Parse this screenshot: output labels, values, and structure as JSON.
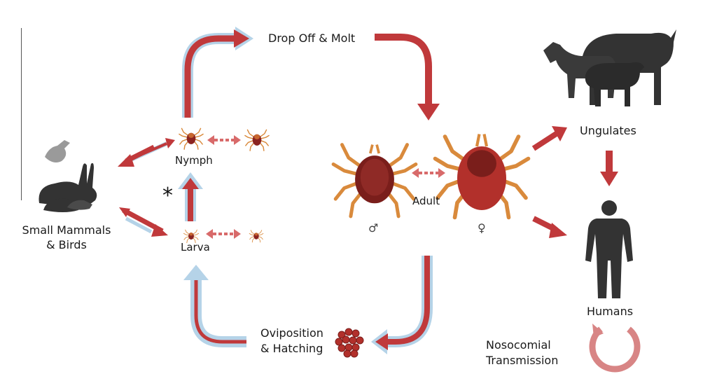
{
  "diagram": {
    "stages": {
      "drop_off": "Drop Off & Molt",
      "nymph": "Nymph",
      "larva": "Larva",
      "adult": "Adult",
      "oviposition_line1": "Oviposition",
      "oviposition_line2": "& Hatching"
    },
    "hosts": {
      "small_line1": "Small Mammals",
      "small_line2": "& Birds",
      "ungulates": "Ungulates",
      "humans": "Humans"
    },
    "nosocomial_line1": "Nosocomial",
    "nosocomial_line2": "Transmission",
    "sex_symbols": {
      "male": "♂",
      "female": "♀"
    },
    "asterisk": "*",
    "colors": {
      "arrow_red": "#c0393b",
      "arrow_outline_blue": "#b5d3e8",
      "tick_body": "#8b2320",
      "tick_legs": "#d98a3c",
      "silhouette": "#333333",
      "bird": "#9a9a9a",
      "nosocomial_arc": "#d88585"
    }
  }
}
